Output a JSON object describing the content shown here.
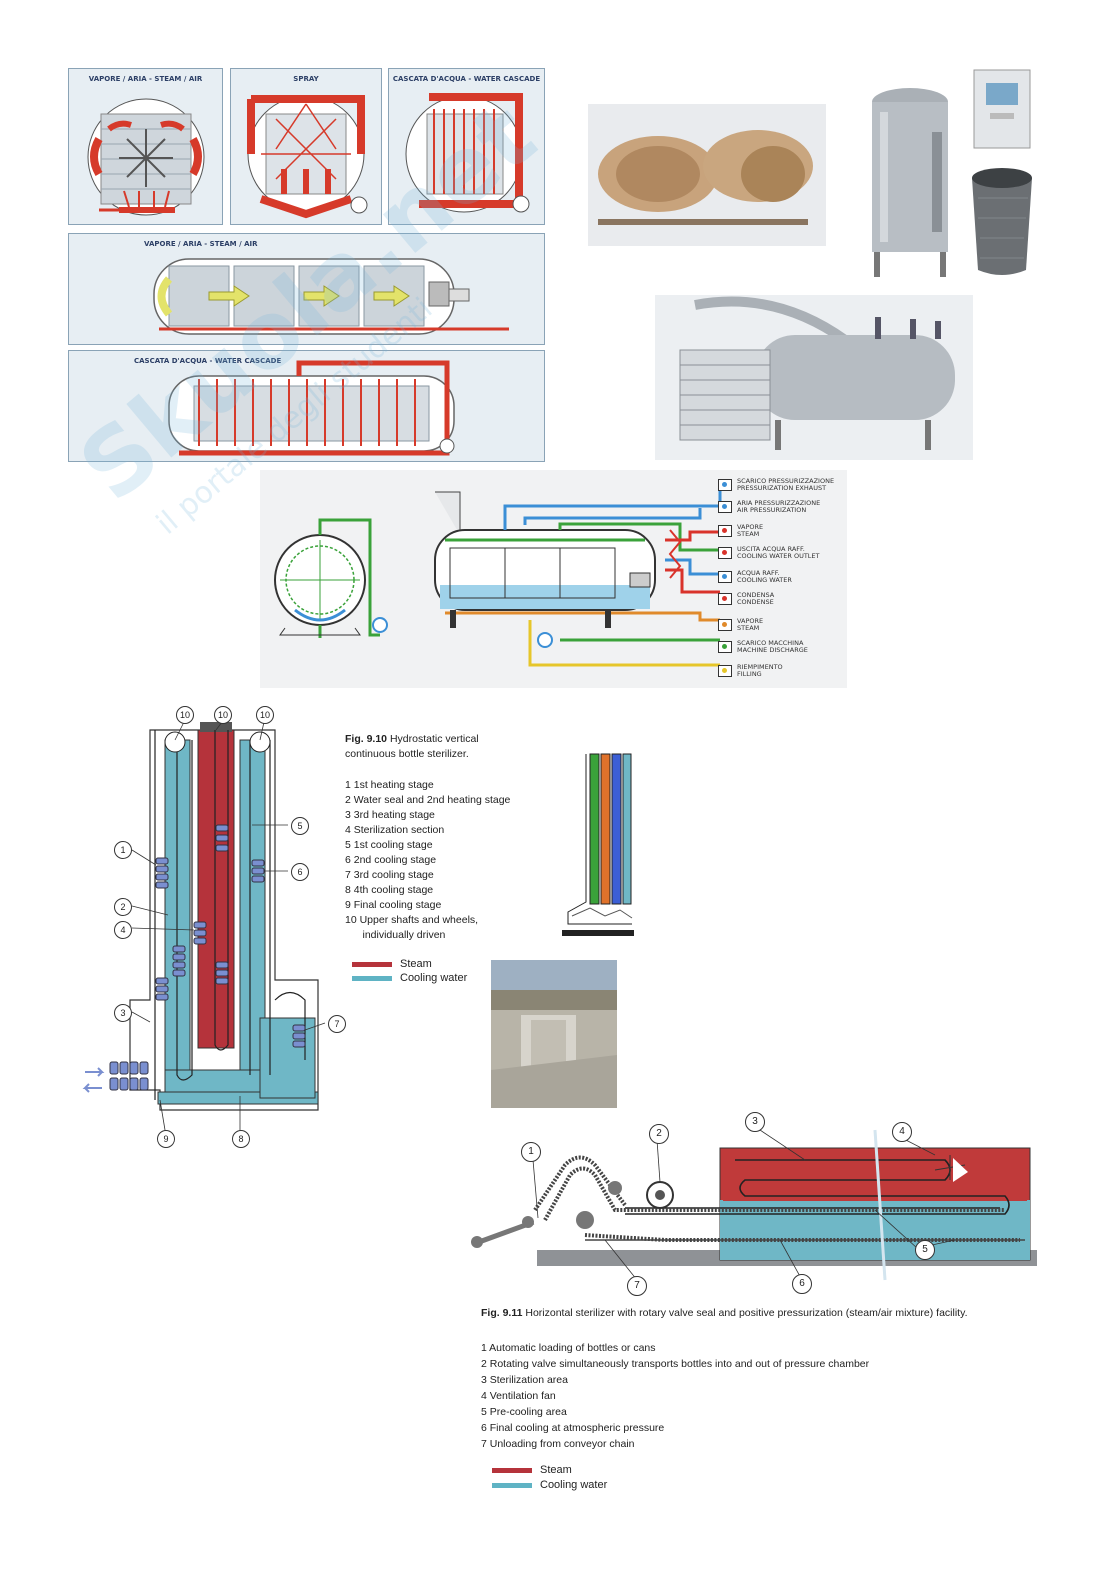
{
  "top_diagrams": {
    "panel_steam_air": "VAPORE / ARIA - STEAM / AIR",
    "panel_spray": "SPRAY",
    "panel_cascade": "CASCATA D'ACQUA - WATER CASCADE",
    "panel_horizontal_steam": "VAPORE / ARIA - STEAM / AIR",
    "panel_horizontal_cascade": "CASCATA D'ACQUA - WATER CASCADE"
  },
  "valve_legend": [
    {
      "it": "SCARICO PRESSURIZZAZIONE",
      "en": "PRESSURIZATION EXHAUST",
      "color": "#3b8fd6"
    },
    {
      "it": "ARIA PRESSURIZZAZIONE",
      "en": "AIR PRESSURIZATION",
      "color": "#3b8fd6"
    },
    {
      "it": "VAPORE",
      "en": "STEAM",
      "color": "#d9332b"
    },
    {
      "it": "USCITA ACQUA RAFF.",
      "en": "COOLING WATER OUTLET",
      "color": "#d9332b"
    },
    {
      "it": "ACQUA RAFF.",
      "en": "COOLING WATER",
      "color": "#3b8fd6"
    },
    {
      "it": "CONDENSA",
      "en": "CONDENSE",
      "color": "#d9332b"
    },
    {
      "it": "VAPORE",
      "en": "STEAM",
      "color": "#e08a2b"
    },
    {
      "it": "SCARICO MACCHINA",
      "en": "MACHINE DISCHARGE",
      "color": "#3aa23a"
    },
    {
      "it": "RIEMPIMENTO",
      "en": "FILLING",
      "color": "#e6c62a"
    }
  ],
  "fig910": {
    "title": "Fig. 9.10",
    "title_rest": "Hydrostatic vertical",
    "title_line2": "continuous bottle sterilizer.",
    "items": [
      "1  1st heating stage",
      "2  Water seal and 2nd heating stage",
      "3  3rd heating stage",
      "4  Sterilization section",
      "5  1st cooling stage",
      "6  2nd cooling stage",
      "7  3rd cooling stage",
      "8  4th cooling stage",
      "9  Final cooling stage",
      "10  Upper shafts and wheels,",
      "      individually driven"
    ],
    "legend_steam": "Steam",
    "legend_cooling": "Cooling water",
    "markers": [
      "10",
      "10",
      "10",
      "1",
      "2",
      "3",
      "4",
      "5",
      "6",
      "7",
      "8",
      "9"
    ]
  },
  "fig911": {
    "title": "Fig. 9.11",
    "title_rest": "Horizontal sterilizer with rotary valve seal and positive pressurization (steam/air mixture) facility.",
    "items": [
      "1  Automatic loading of bottles or cans",
      "2  Rotating valve simultaneously transports bottles into and out of pressure chamber",
      "3  Sterilization area",
      "4  Ventilation fan",
      "5  Pre-cooling area",
      "6  Final cooling at atmospheric pressure",
      "7  Unloading from conveyor chain"
    ],
    "legend_steam": "Steam",
    "legend_cooling": "Cooling water",
    "markers": [
      "1",
      "2",
      "3",
      "4",
      "5",
      "6",
      "7"
    ]
  },
  "colors": {
    "steam": "#b5333b",
    "cooling": "#5fb3c4",
    "panel_bg": "#e7eef3",
    "pipe_red": "#d63a2a"
  },
  "watermark": {
    "brand": "Skuola.net",
    "tagline": "il portale degli studenti"
  }
}
